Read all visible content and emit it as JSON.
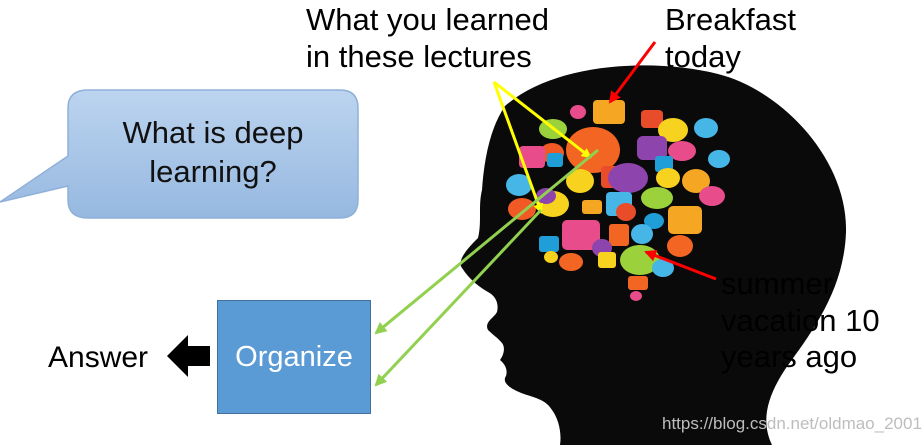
{
  "question": {
    "line1": "What is deep",
    "line2": "learning?"
  },
  "labels": {
    "lectures_line1": "What you learned",
    "lectures_line2": "in these lectures",
    "breakfast_line1": "Breakfast",
    "breakfast_line2": "today",
    "vacation_line1": "summer",
    "vacation_line2": "vacation 10",
    "vacation_line3": "years ago"
  },
  "organize": "Organize",
  "answer": "Answer",
  "watermark": "https://blog.csdn.net/oldmao_2001",
  "colors": {
    "head": "#0a0a0a",
    "bubble_fill": "#a9c6e8",
    "box_fill": "#5b9bd5",
    "yellow_arrow": "#ffff00",
    "red_arrow": "#ff0000",
    "green_arrow": "#92d050"
  }
}
